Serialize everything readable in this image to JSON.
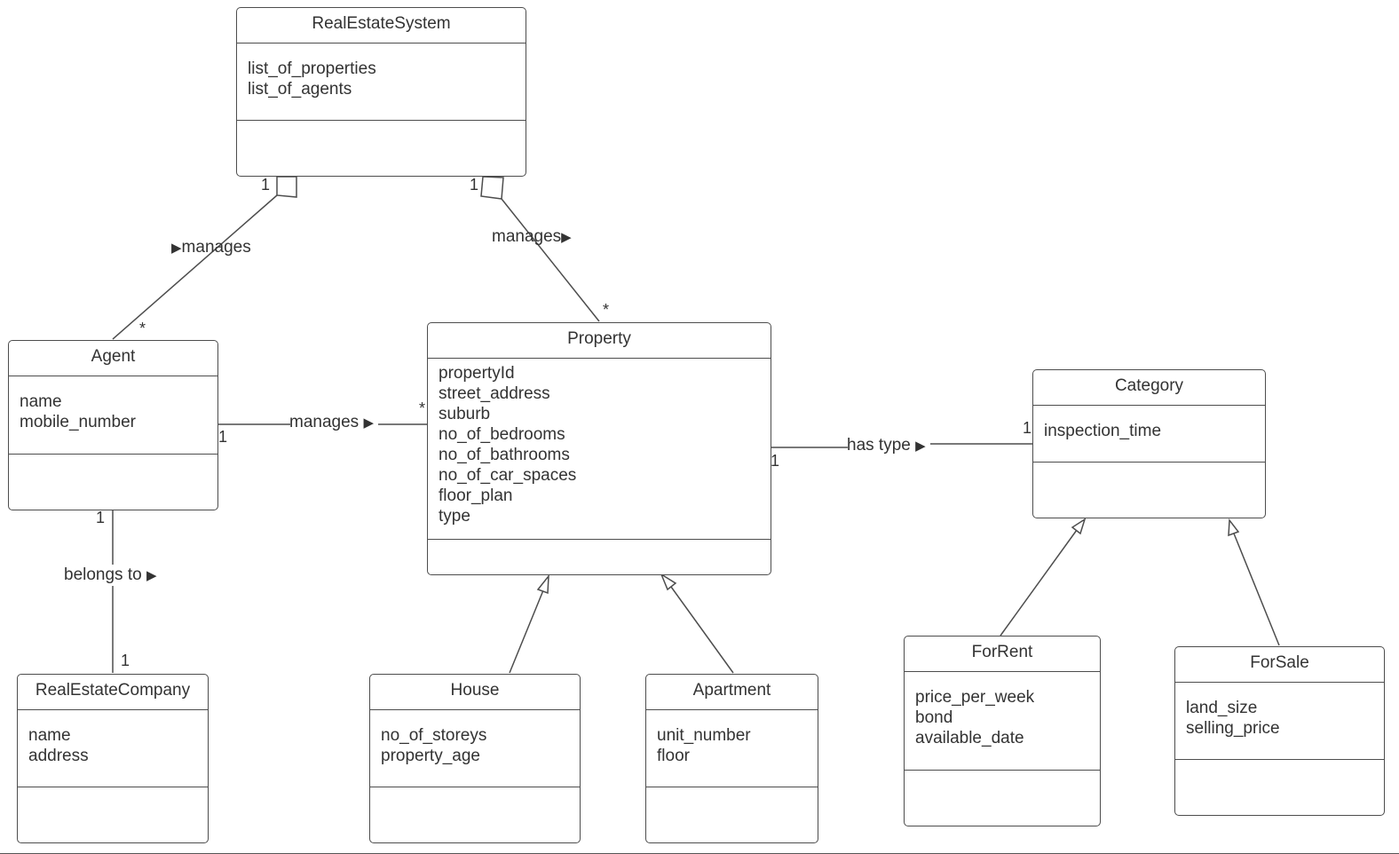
{
  "classes": {
    "real_estate_system": {
      "name": "RealEstateSystem",
      "attributes": [
        "list_of_properties",
        "list_of_agents"
      ]
    },
    "agent": {
      "name": "Agent",
      "attributes": [
        "name",
        "mobile_number"
      ]
    },
    "property": {
      "name": "Property",
      "attributes": [
        "propertyId",
        "street_address",
        "suburb",
        "no_of_bedrooms",
        "no_of_bathrooms",
        "no_of_car_spaces",
        "floor_plan",
        "type"
      ]
    },
    "category": {
      "name": "Category",
      "attributes": [
        "inspection_time"
      ]
    },
    "real_estate_company": {
      "name": "RealEstateCompany",
      "attributes": [
        "name",
        "address"
      ]
    },
    "house": {
      "name": "House",
      "attributes": [
        "no_of_storeys",
        "property_age"
      ]
    },
    "apartment": {
      "name": "Apartment",
      "attributes": [
        "unit_number",
        "floor"
      ]
    },
    "for_rent": {
      "name": "ForRent",
      "attributes": [
        "price_per_week",
        "bond",
        "available_date"
      ]
    },
    "for_sale": {
      "name": "ForSale",
      "attributes": [
        "land_size",
        "selling_price"
      ]
    }
  },
  "associations": {
    "system_agent": {
      "label": "manages",
      "direction_marker": "▶",
      "mult_source": "1",
      "mult_target": "*"
    },
    "system_property": {
      "label": "manages",
      "direction_marker": "▶",
      "mult_source": "1",
      "mult_target": "*"
    },
    "agent_property": {
      "label": "manages",
      "direction_marker": "▶",
      "mult_source": "1",
      "mult_target": "*"
    },
    "property_category": {
      "label": "has type",
      "direction_marker": "▶",
      "mult_source": "1",
      "mult_target": "1"
    },
    "agent_company": {
      "label": "belongs to",
      "direction_marker": "▶",
      "mult_source": "1",
      "mult_target": "1"
    }
  },
  "colors": {
    "line": "#4d4d4d",
    "text": "#333333",
    "background": "#ffffff"
  }
}
